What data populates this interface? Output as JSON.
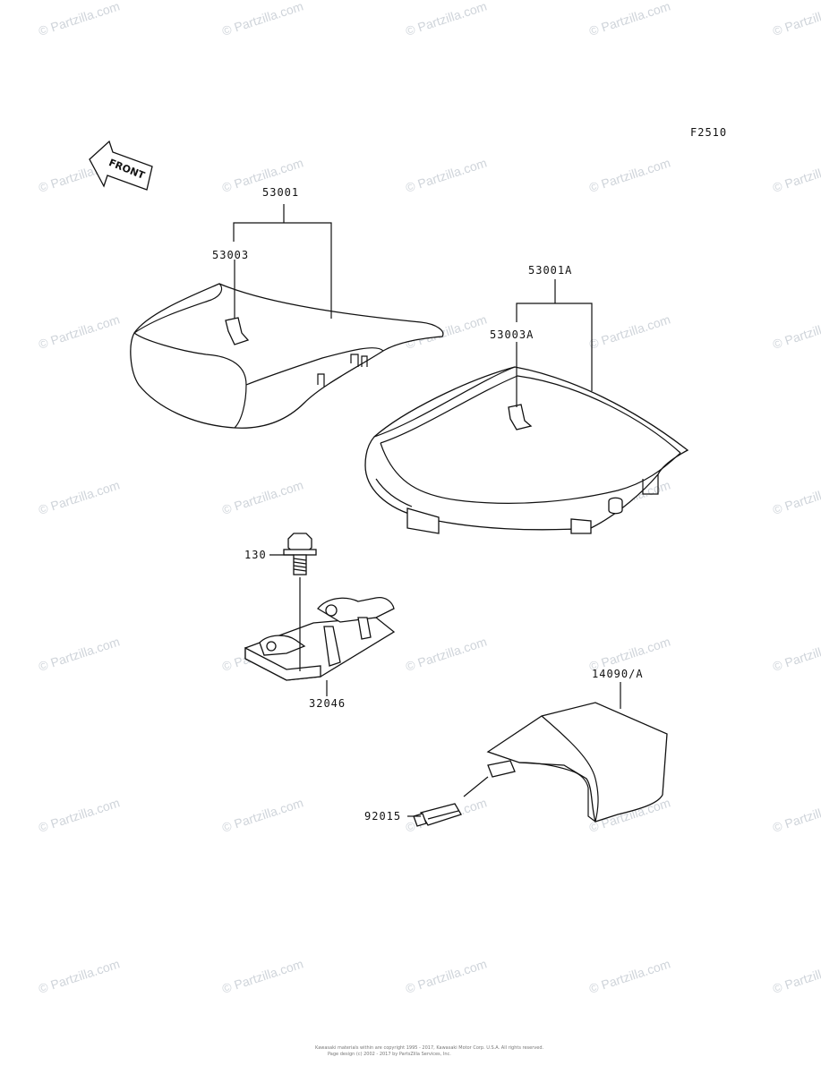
{
  "diagram": {
    "figure_code": "F2510",
    "front_label": "FRONT",
    "watermark": "© Partzilla.com",
    "parts": [
      {
        "number": "53001"
      },
      {
        "number": "53003"
      },
      {
        "number": "53001A"
      },
      {
        "number": "53003A"
      },
      {
        "number": "130"
      },
      {
        "number": "32046"
      },
      {
        "number": "14090/A"
      },
      {
        "number": "92015"
      }
    ],
    "footer": [
      "Kawasaki materials within are copyright 1995 - 2017, Kawasaki Motor Corp. U.S.A. All rights reserved.",
      "Page design (c) 2002 - 2017 by PartsZilla Services, Inc."
    ]
  }
}
